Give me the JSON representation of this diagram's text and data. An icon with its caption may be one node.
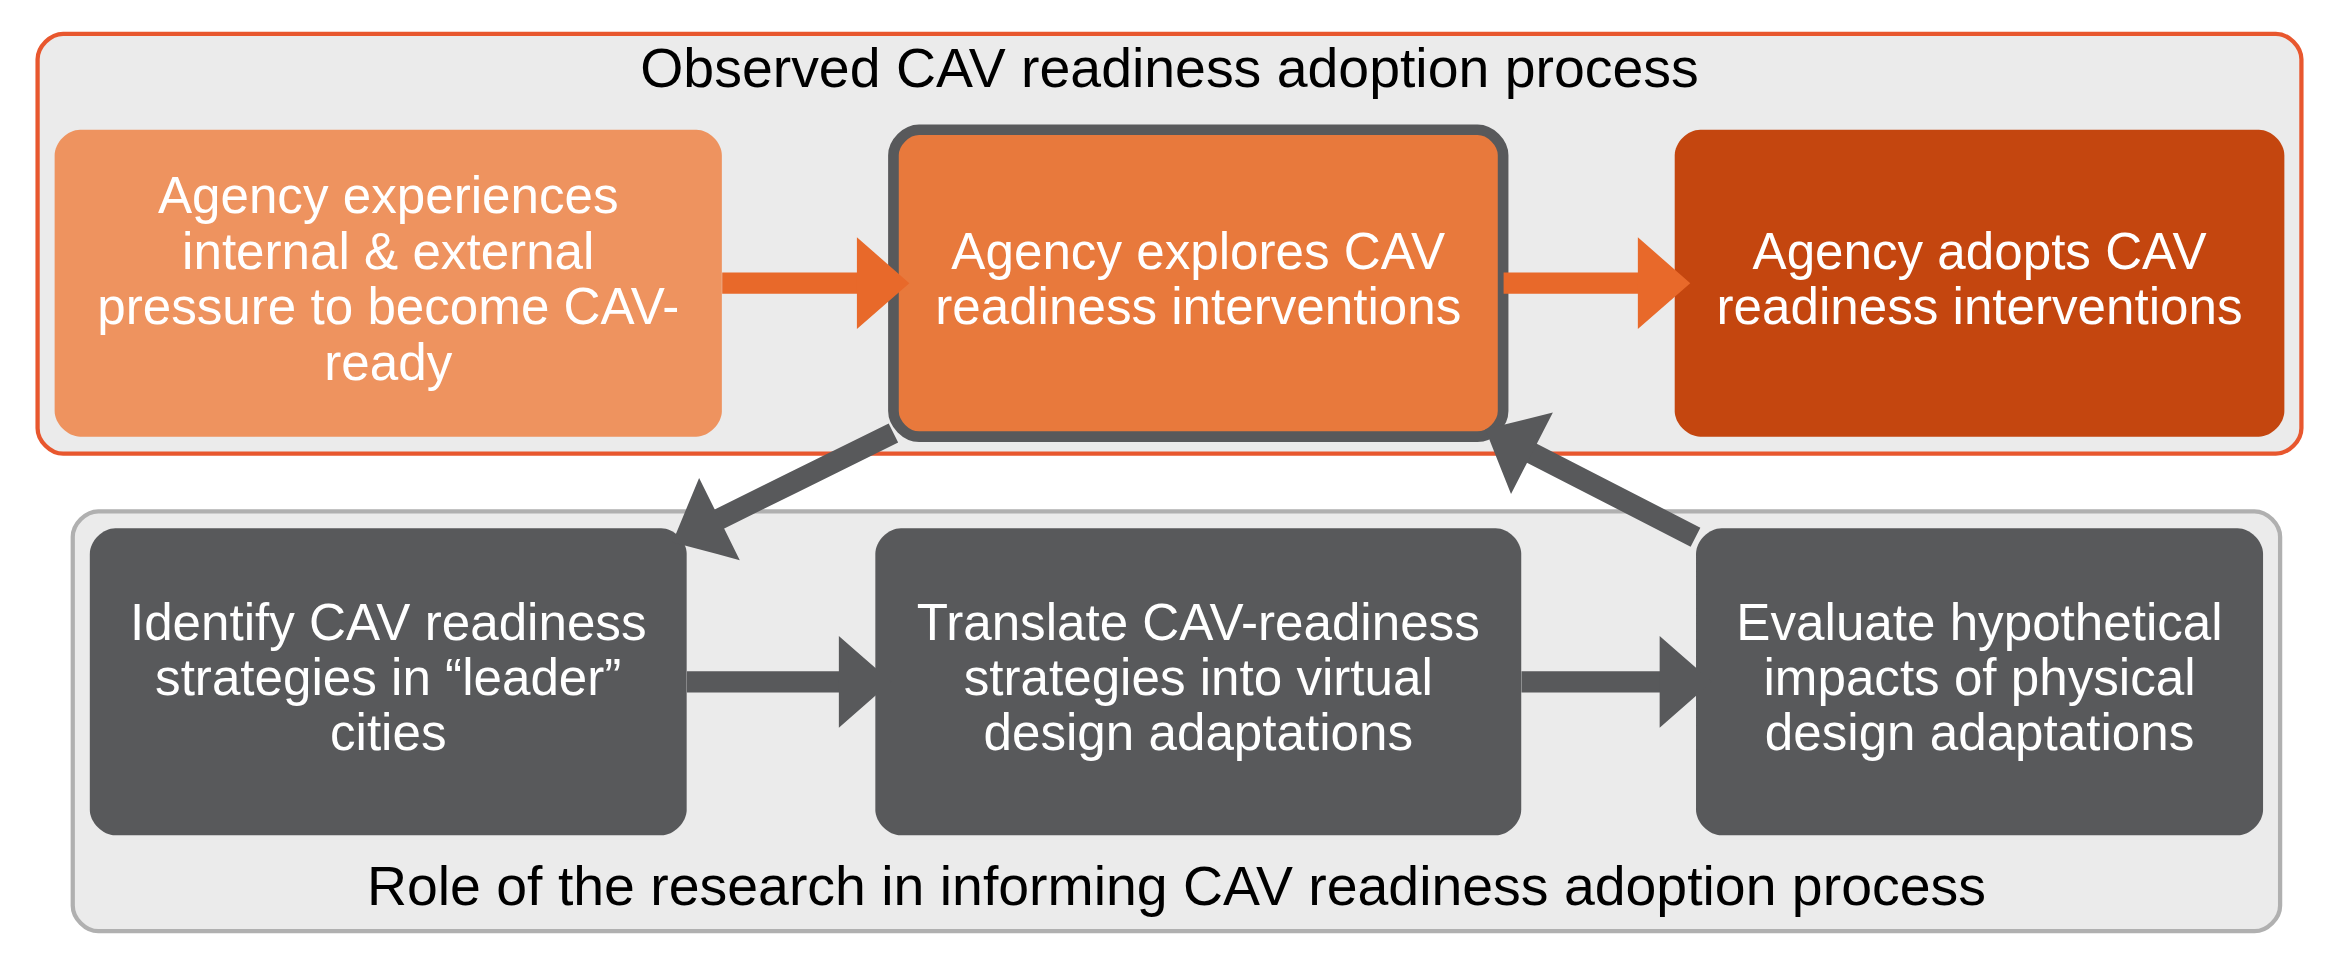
{
  "diagram": {
    "nodes": [
      {
        "text": [
          "Observed CAV readiness adoption process"
        ]
      },
      {
        "text": [
          "Agency experiences internal & external pressure to become CAV-ready"
        ],
        "in": 0
      },
      {
        "text": [
          "Agency explores CAV readiness interventions"
        ],
        "in": 0
      },
      {
        "text": [
          "Agency adopts CAV readiness interventions"
        ],
        "in": 0
      },
      {
        "text": [
          "Role of the research in informing CAV readiness adoption process"
        ]
      },
      {
        "text": [
          "Identify CAV readiness strategies in “leader” cities"
        ],
        "in": 4
      },
      {
        "text": [
          "Translate CAV-readiness strategies into virtual design adaptations"
        ],
        "in": 4
      },
      {
        "text": [
          "Evaluate hypothetical impacts of physical design adaptations"
        ],
        "in": 4
      }
    ],
    "edges": [
      {
        "from": 1,
        "to": 2,
        "arrow": "to",
        "color": "#e8692a"
      },
      {
        "from": 2,
        "to": 3,
        "arrow": "to",
        "color": "#e8692a"
      },
      {
        "from": 2,
        "to": 5,
        "arrow": "to"
      },
      {
        "from": 5,
        "to": 6,
        "arrow": "to"
      },
      {
        "from": 6,
        "to": 7,
        "arrow": "to"
      },
      {
        "from": 7,
        "to": 2,
        "arrow": "to"
      }
    ]
  }
}
